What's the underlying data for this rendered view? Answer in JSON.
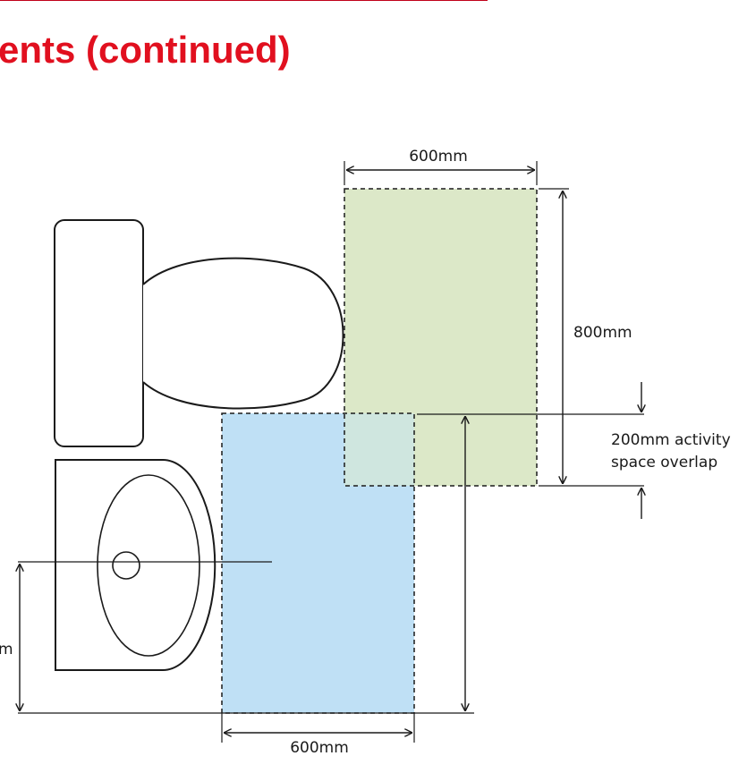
{
  "heading": "ents (continued)",
  "colors": {
    "heading": "#e1101f",
    "toilet_activity_space": "#dce8c8",
    "basin_activity_space": "#bfe0f5",
    "overlap": "#cfe6df",
    "line": "#1a1a1a"
  },
  "labels": {
    "toilet_width": "600mm",
    "toilet_depth": "800mm",
    "overlap_line1": "200mm activity",
    "overlap_line2": "space overlap",
    "basin_width": "600mm",
    "basin_height_partial": "m"
  }
}
